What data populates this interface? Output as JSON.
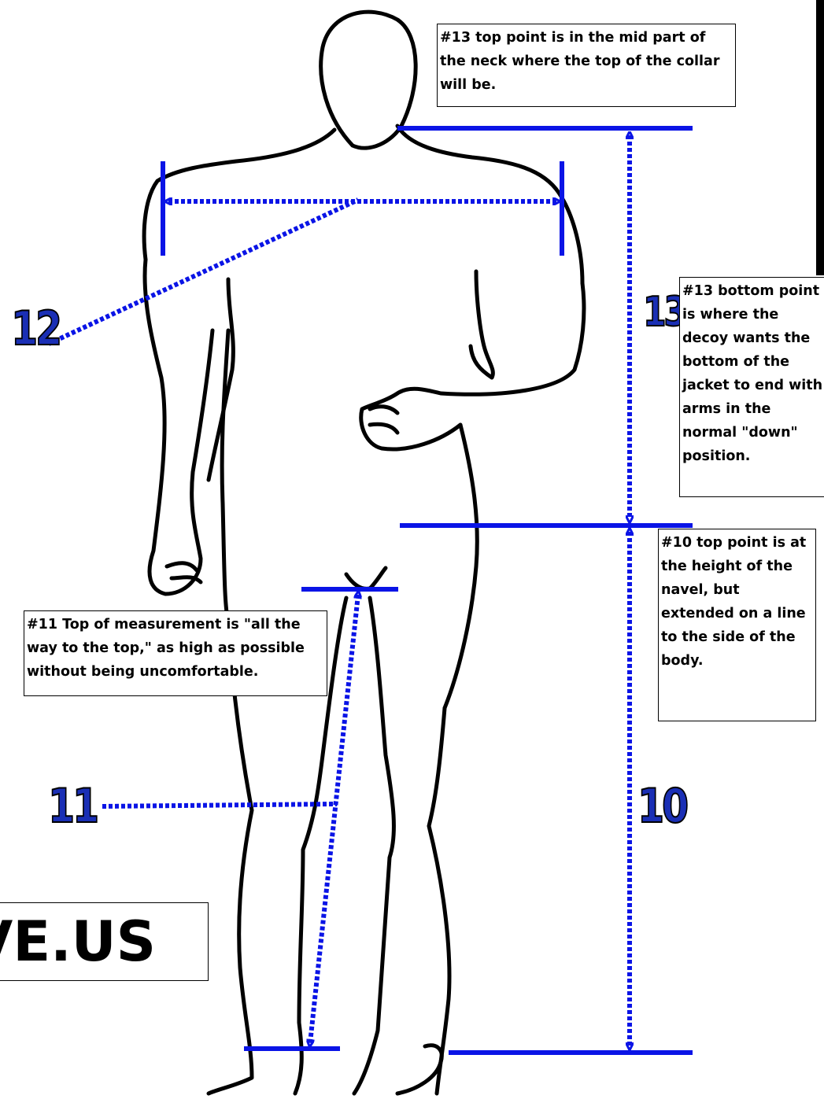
{
  "notes": {
    "n13_top": "#13 top point is in the mid part of the neck where the top of the collar will be.",
    "n13_bottom": "#13 bottom point is where the decoy wants the bottom of the jacket to end with arms in the normal \"down\" position.",
    "n10_top": "#10 top point is at the height of the navel, but extended on a line to the side of the body.",
    "n11_top": "#11 Top of measurement is \"all the way to the top,\" as high as possible without being uncomfortable."
  },
  "labels": {
    "m12": "12",
    "m13": "13",
    "m11": "11",
    "m10": "10"
  },
  "brand": "VE.US",
  "colors": {
    "measure_line": "#0a14e6",
    "label_fill": "#1a2fb5",
    "outline": "#000000"
  }
}
